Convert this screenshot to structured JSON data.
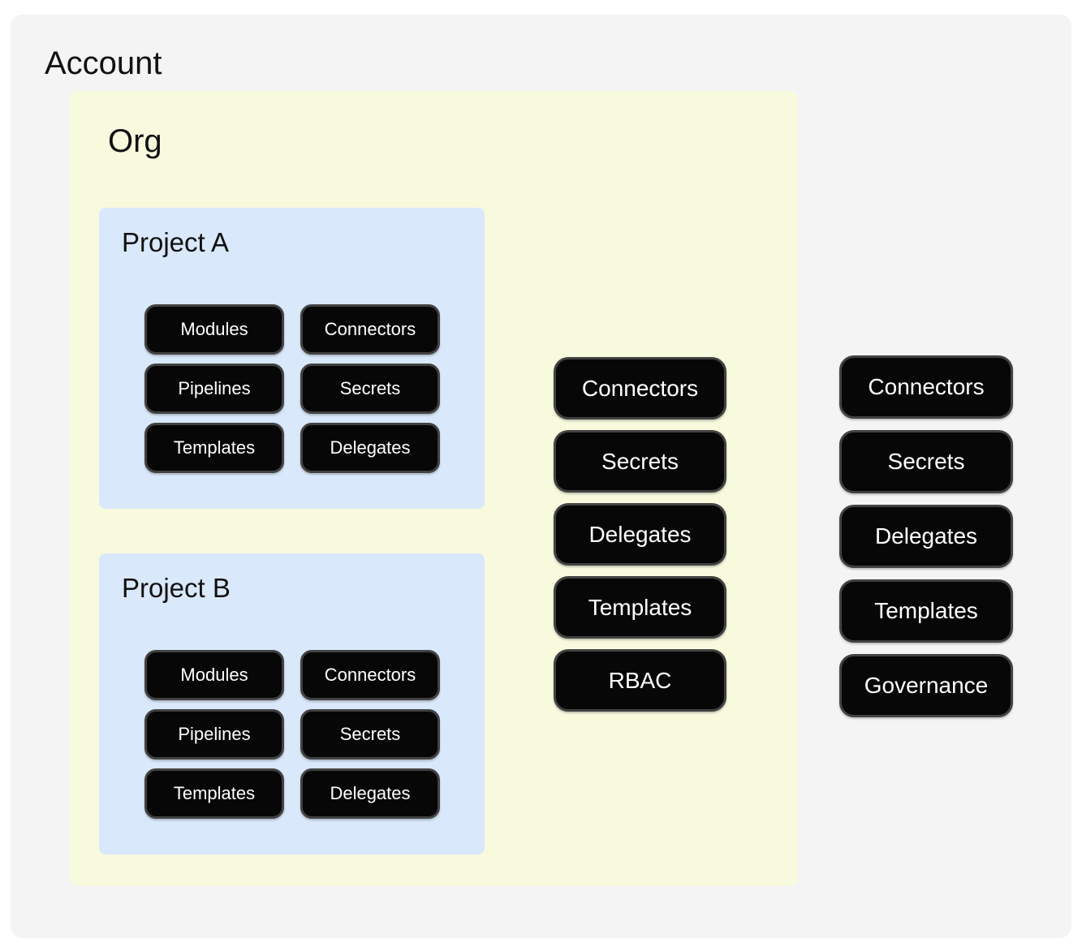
{
  "account": {
    "title": "Account",
    "pills": [
      "Connectors",
      "Secrets",
      "Delegates",
      "Templates",
      "Governance"
    ],
    "org": {
      "title": "Org",
      "pills": [
        "Connectors",
        "Secrets",
        "Delegates",
        "Templates",
        "RBAC"
      ],
      "projects": [
        {
          "title": "Project A",
          "pills": [
            "Modules",
            "Connectors",
            "Pipelines",
            "Secrets",
            "Templates",
            "Delegates"
          ]
        },
        {
          "title": "Project B",
          "pills": [
            "Modules",
            "Connectors",
            "Pipelines",
            "Secrets",
            "Templates",
            "Delegates"
          ]
        }
      ]
    }
  },
  "colors": {
    "page_bg": "#ffffff",
    "account_bg": "#f4f4f4",
    "org_bg": "#f8fade",
    "project_bg": "#d9e8fb",
    "pill_bg": "#070707",
    "pill_border": "#424242",
    "pill_text": "#ffffff",
    "title_text": "#111111"
  }
}
